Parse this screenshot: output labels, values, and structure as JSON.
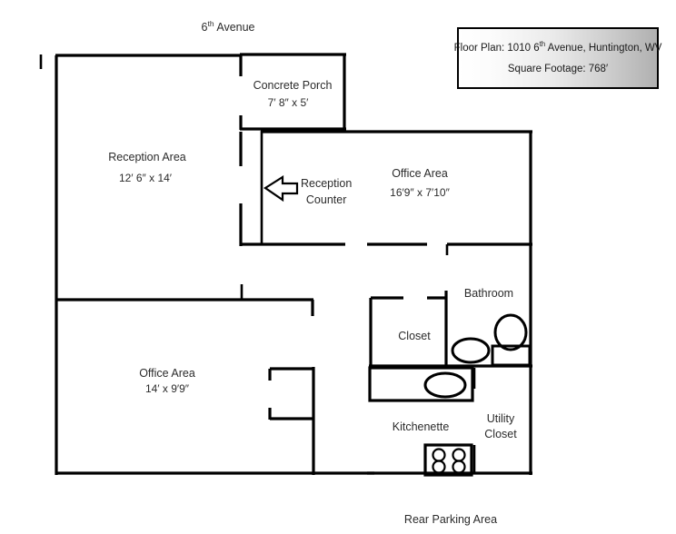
{
  "document": {
    "type": "floor-plan-drawing"
  },
  "title_box": {
    "line1_prefix": "Floor Plan: 1010 6",
    "line1_superscript": "th",
    "line1_suffix": " Avenue, Huntington, WV",
    "line2": "Square Footage: 768′"
  },
  "street_labels": {
    "top_prefix": "6",
    "top_superscript": "th",
    "top_suffix": " Avenue",
    "bottom": "Rear Parking Area"
  },
  "rooms": [
    {
      "id": "concrete-porch",
      "name": "Concrete Porch",
      "dimensions": "7′ 8″ x 5′"
    },
    {
      "id": "reception-area",
      "name": "Reception Area",
      "dimensions": "12′ 6″ x 14′"
    },
    {
      "id": "office-area-upper",
      "name": "Office Area",
      "dimensions": "16′9″ x 7′10″"
    },
    {
      "id": "office-area-lower",
      "name": "Office Area",
      "dimensions": "14′ x 9′9″"
    },
    {
      "id": "bathroom",
      "name": "Bathroom",
      "dimensions": ""
    },
    {
      "id": "closet",
      "name": "Closet",
      "dimensions": ""
    },
    {
      "id": "kitchenette",
      "name": "Kitchenette",
      "dimensions": ""
    },
    {
      "id": "utility-closet",
      "name": "Utility\nCloset",
      "name_line1": "Utility",
      "name_line2": "Closet",
      "dimensions": ""
    }
  ],
  "annotations": [
    {
      "id": "reception-counter",
      "line1": "Reception",
      "line2": "Counter",
      "arrow_direction": "left"
    }
  ],
  "fixtures": [
    {
      "id": "bathroom-sink",
      "kind": "oval-sink"
    },
    {
      "id": "toilet",
      "kind": "toilet"
    },
    {
      "id": "kitchen-sink",
      "kind": "oval-sink"
    },
    {
      "id": "stove",
      "kind": "stove-four-burner",
      "burners": 4
    }
  ],
  "colors": {
    "wall": "#000000",
    "text": "#2b2b2b",
    "background": "#ffffff",
    "title_border": "#000000"
  }
}
